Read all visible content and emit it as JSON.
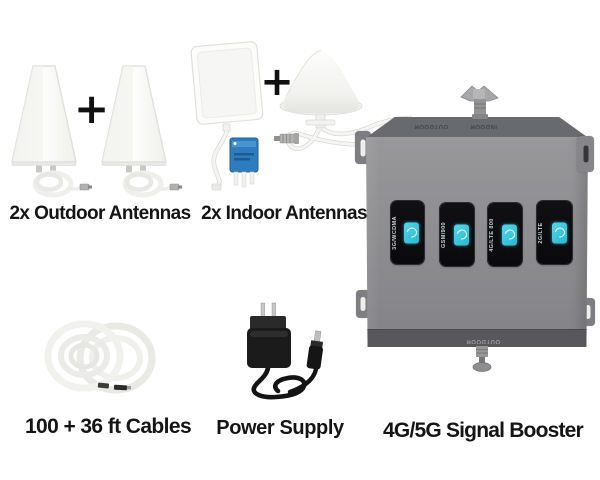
{
  "symbols": {
    "plus": "+"
  },
  "labels": {
    "outdoor_antennas": "2x Outdoor Antennas",
    "indoor_antennas": "2x Indoor Antennas",
    "cables": "100 + 36 ft Cables",
    "power_supply": "Power Supply",
    "booster_caption": "4G/5G Signal Booster"
  },
  "booster": {
    "ports": {
      "left": "OUTDOOR",
      "right": "INDOOR",
      "bottom": "OUTDOOR"
    },
    "displays": [
      "3G/WCDMA",
      "GSM/900",
      "4G/LTE 800",
      "2G/LTE"
    ]
  },
  "colors": {
    "background": "#ffffff",
    "text": "#151515",
    "booster_body": "#8d8d90",
    "display_screen": "#0c0c0f",
    "display_icon_cyan": "#30c2dc",
    "splitter_blue": "#2e7cc0"
  }
}
